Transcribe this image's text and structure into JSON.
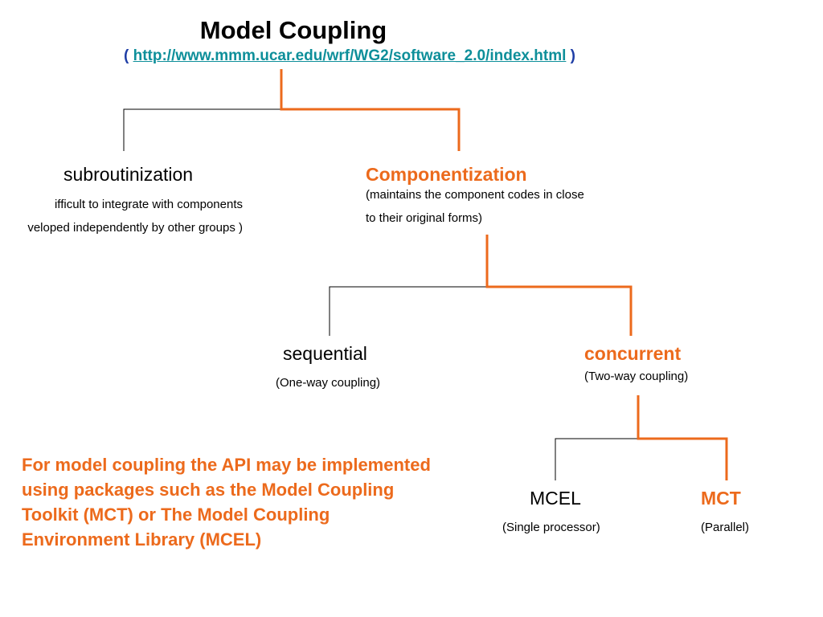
{
  "title": "Model Coupling",
  "source": {
    "open": "(",
    "url": "http://www.mmm.ucar.edu/wrf/WG2/software_2.0/index.html",
    "close": ")"
  },
  "nodes": {
    "subroutinization": {
      "label": "subroutinization",
      "note_line1": "ifficult to integrate with components",
      "note_line2": "veloped independently by other groups  )"
    },
    "componentization": {
      "label": "Componentization",
      "note_line1": "(maintains the component codes in close",
      "note_line2": "to their original forms)"
    },
    "sequential": {
      "label": "sequential",
      "note": "(One-way coupling)"
    },
    "concurrent": {
      "label": "concurrent",
      "note": "(Two-way coupling)"
    },
    "mcel": {
      "label": "MCEL",
      "note": "(Single processor)"
    },
    "mct": {
      "label": "MCT",
      "note": "(Parallel)"
    }
  },
  "api_note": "For model coupling the API may be implemented using packages such as the Model Coupling Toolkit (MCT) or The Model Coupling Environment Library (MCEL)",
  "colors": {
    "accent": "#ec6a1c",
    "link": "#0e8f9a",
    "text": "#000000",
    "connector_inactive": "#000000"
  }
}
